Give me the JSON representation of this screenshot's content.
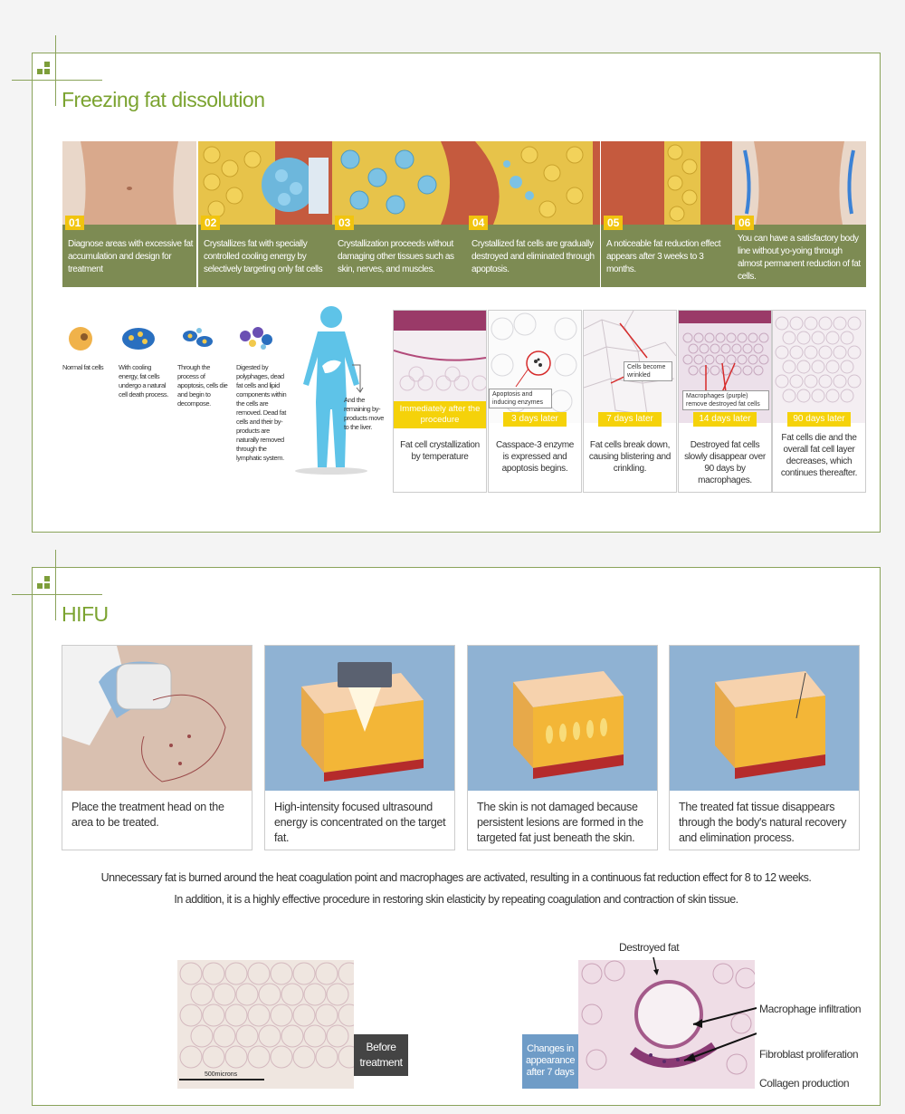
{
  "section1": {
    "title": "Freezing fat dissolution",
    "steps": [
      {
        "num": "01",
        "text": "Diagnose areas with excessive fat accumulation and design for treatment"
      },
      {
        "num": "02",
        "text": "Crystallizes fat with specially controlled cooling energy by selectively targeting only fat cells"
      },
      {
        "num": "03",
        "text": "Crystallization proceeds without damaging other tissues such as skin, nerves, and muscles."
      },
      {
        "num": "04",
        "text": "Crystallized fat cells are gradually destroyed and eliminated through apoptosis."
      },
      {
        "num": "05",
        "text": "A noticeable fat reduction effect appears after 3 weeks to 3 months."
      },
      {
        "num": "06",
        "text": "You can have a satisfactory body line without yo-yoing through almost permanent reduction of fat cells."
      }
    ],
    "cells": [
      {
        "text": "Normal fat cells"
      },
      {
        "text": "With cooling energy, fat cells undergo a natural cell death process."
      },
      {
        "text": "Through the process of apoptosis, cells die and begin to decompose."
      },
      {
        "text": "Digested by polyphages, dead fat cells and lipid components within the cells are removed. Dead fat cells and their by-products are naturally removed through the lymphatic system."
      }
    ],
    "liver_text": "And the remaining by-products move to the liver.",
    "histology": [
      {
        "tag": "Immediately after the procedure",
        "desc": "Fat cell crystallization by temperature"
      },
      {
        "tag": "3 days later",
        "desc": "Casspace-3 enzyme is expressed and apoptosis begins.",
        "callout": "Apoptosis and inducing enzymes"
      },
      {
        "tag": "7 days later",
        "desc": "Fat cells break down, causing blistering and crinkling.",
        "callout": "Cells become wrinkled"
      },
      {
        "tag": "14 days later",
        "desc": "Destroyed fat cells slowly disappear over 90 days by macrophages.",
        "callout": "Macrophages (purple) remove destroyed fat cells"
      },
      {
        "tag": "90 days later",
        "desc": "Fat cells die and the overall fat cell layer decreases, which continues thereafter."
      }
    ]
  },
  "section2": {
    "title": "HIFU",
    "cards": [
      {
        "caption": "Place the treatment head on the area to be treated."
      },
      {
        "caption": "High-intensity focused ultrasound energy is concentrated on the target fat."
      },
      {
        "caption": "The skin is not damaged because persistent lesions are formed in the targeted fat just beneath the skin."
      },
      {
        "caption": "The treated fat tissue disappears through the body's natural recovery and elimination process."
      }
    ],
    "para1": "Unnecessary fat is burned around the heat coagulation point and macrophages are activated, resulting in a continuous fat reduction effect for 8 to 12 weeks.",
    "para2": "In addition, it is a highly effective procedure in restoring skin elasticity by repeating coagulation and contraction of skin tissue.",
    "scale": "500microns",
    "before": "Before treatment",
    "after": "Changes in appearance after 7 days",
    "destroyed": "Destroyed fat",
    "labels": [
      "Macrophage infiltration",
      "Fibroblast proliferation",
      "Collagen production"
    ]
  }
}
